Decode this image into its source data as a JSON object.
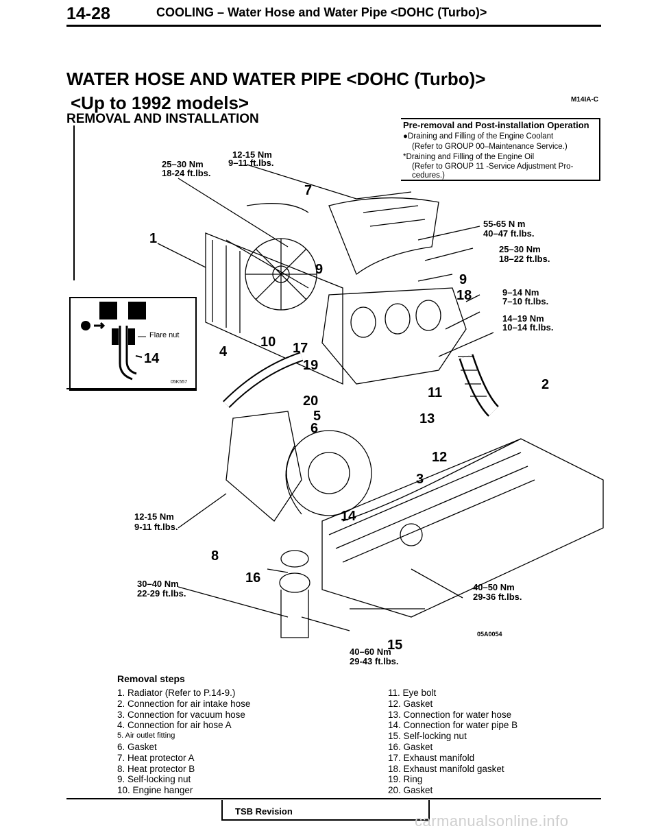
{
  "header": {
    "page_number": "14-28",
    "running_title": "COOLING – Water Hose and Water Pipe <DOHC (Turbo)>"
  },
  "title_line1": "WATER HOSE AND WATER PIPE <DOHC (Turbo)>",
  "title_line2": "<Up to 1992 models>",
  "section_code": "M14IA-C",
  "section_heading": "REMOVAL AND INSTALLATION",
  "pre_removal": {
    "title": "Pre-removal and Post-installation Operation",
    "lines": [
      "●Draining and Filling of the Engine Coolant",
      "(Refer to GROUP 00–Maintenance Service.)",
      "*Draining and Filling of the Engine Oil",
      "(Refer to GROUP 11 -Service Adjustment Pro-",
      "cedures.)"
    ]
  },
  "inset": {
    "label": "Flare nut",
    "callout": "14",
    "code": "05K557"
  },
  "torques": [
    {
      "nm": "12-15 Nm",
      "ftlbs": "9–11 ft.lbs."
    },
    {
      "nm": "25–30 Nm",
      "ftlbs": "18-24 ft.lbs."
    },
    {
      "nm": "55-65 N m",
      "ftlbs": "40–47 ft.lbs."
    },
    {
      "nm": "25–30 Nm",
      "ftlbs": "18–22 ft.lbs."
    },
    {
      "nm": "9–14 Nm",
      "ftlbs": "7–10 ft.lbs."
    },
    {
      "nm": "14–19 Nm",
      "ftlbs": "10–14 ft.lbs."
    },
    {
      "nm": "12-15 Nm",
      "ftlbs": "9-11 ft.lbs."
    },
    {
      "nm": "30–40 Nm",
      "ftlbs": "22-29 ft.lbs."
    },
    {
      "nm": "40–50 Nm",
      "ftlbs": "29-36 ft.lbs."
    },
    {
      "nm": "40–60 Nm",
      "ftlbs": "29-43 ft.lbs."
    }
  ],
  "callouts": [
    "1",
    "2",
    "3",
    "4",
    "5",
    "6",
    "7",
    "8",
    "9",
    "9",
    "10",
    "11",
    "12",
    "13",
    "14",
    "15",
    "16",
    "17",
    "18",
    "19",
    "20"
  ],
  "figure_code": "05A0054",
  "removal_steps": {
    "title": "Removal steps",
    "left": [
      "1. Radiator (Refer to P.14-9.)",
      "2. Connection for air intake hose",
      "3. Connection for vacuum hose",
      "4. Connection for air hose A",
      "5. Air outlet fitting",
      "6. Gasket",
      "7. Heat protector A",
      "8. Heat protector B",
      "9. Self-locking nut",
      "10. Engine hanger"
    ],
    "right": [
      "11. Eye bolt",
      "12. Gasket",
      "13. Connection for water hose",
      "14. Connection for water pipe B",
      "15. Self-locking nut",
      "16. Gasket",
      "17. Exhaust manifold",
      "18. Exhaust manifold gasket",
      "19. Ring",
      "20. Gasket"
    ]
  },
  "footer": {
    "tsb": "TSB Revision",
    "watermark": "carmanualsonline.info"
  }
}
